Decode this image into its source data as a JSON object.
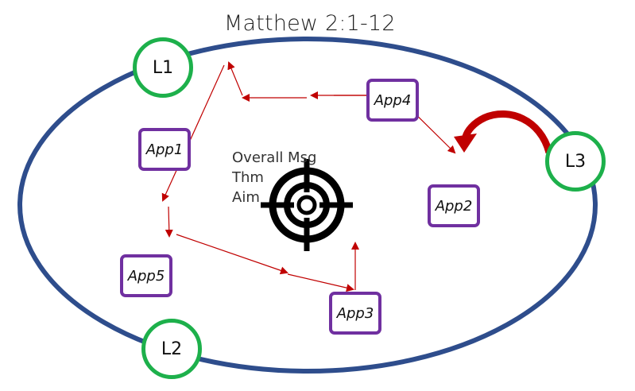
{
  "title": "Matthew 2:1-12",
  "leaders": [
    {
      "label": "L1"
    },
    {
      "label": "L2"
    },
    {
      "label": "L3"
    }
  ],
  "apps": [
    {
      "label": "App1"
    },
    {
      "label": "App2"
    },
    {
      "label": "App3"
    },
    {
      "label": "App4"
    },
    {
      "label": "App5"
    }
  ],
  "center": {
    "lines": [
      "Overall Msg",
      "Thm",
      "Aim"
    ],
    "icon": "target-crosshair-icon"
  },
  "colors": {
    "ellipse": "#2e4d8c",
    "leader_border": "#1db04b",
    "app_border": "#7030a0",
    "arrow": "#c00000"
  }
}
